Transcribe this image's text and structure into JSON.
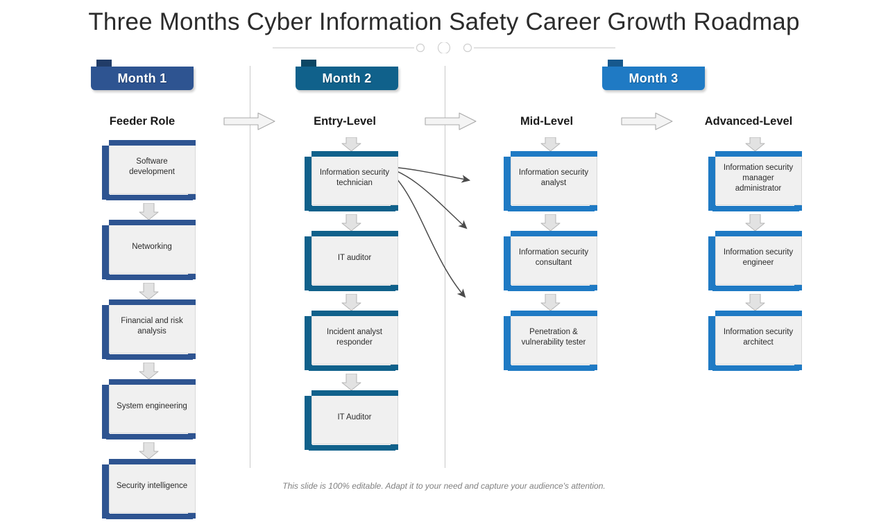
{
  "slide": {
    "title": "Three Months Cyber Information Safety Career Growth Roadmap",
    "footer_note": "This slide is 100% editable. Adapt it to your need and capture your audience's attention."
  },
  "colors": {
    "month1": "#2e5491",
    "month2": "#10618b",
    "month3": "#1f7ac4",
    "card_border_col1": "#2e5491",
    "card_border_col2": "#10618b",
    "card_border_col3": "#1f7ac4",
    "card_border_col4": "#1f7ac4",
    "card_face": "#f0f0f0",
    "arrow_gray": "#d0d0d0",
    "separator": "#c9c9c9",
    "title_text": "#2b2b2b",
    "footer_text": "#808080"
  },
  "months": [
    {
      "label": "Month 1",
      "color": "#2e5491"
    },
    {
      "label": "Month 2",
      "color": "#10618b"
    },
    {
      "label": "Month 3",
      "color": "#1f7ac4"
    }
  ],
  "columns": [
    {
      "heading": "Feeder Role",
      "accent": "#2e5491",
      "has_top_arrow": false,
      "cards": [
        {
          "label": "Software development"
        },
        {
          "label": "Networking"
        },
        {
          "label": "Financial and risk analysis"
        },
        {
          "label": "System engineering"
        },
        {
          "label": "Security intelligence"
        }
      ]
    },
    {
      "heading": "Entry-Level",
      "accent": "#10618b",
      "has_top_arrow": true,
      "cards": [
        {
          "label": "Information security technician"
        },
        {
          "label": "IT auditor"
        },
        {
          "label": "Incident analyst responder"
        },
        {
          "label": "IT Auditor"
        }
      ]
    },
    {
      "heading": "Mid-Level",
      "accent": "#1f7ac4",
      "has_top_arrow": true,
      "cards": [
        {
          "label": "Information security analyst"
        },
        {
          "label": "Information security consultant"
        },
        {
          "label": "Penetration & vulnerability tester"
        }
      ]
    },
    {
      "heading": "Advanced-Level",
      "accent": "#1f7ac4",
      "has_top_arrow": true,
      "cards": [
        {
          "label": "Information security manager administrator"
        },
        {
          "label": "Information security engineer"
        },
        {
          "label": "Information security architect"
        }
      ]
    }
  ],
  "connectors": {
    "horizontal_arrows": 3,
    "fanout_arrow_count": 3,
    "fanout_source": "Information security technician",
    "fanout_targets": [
      "Information security analyst",
      "Information security consultant",
      "Penetration & vulnerability tester"
    ]
  }
}
